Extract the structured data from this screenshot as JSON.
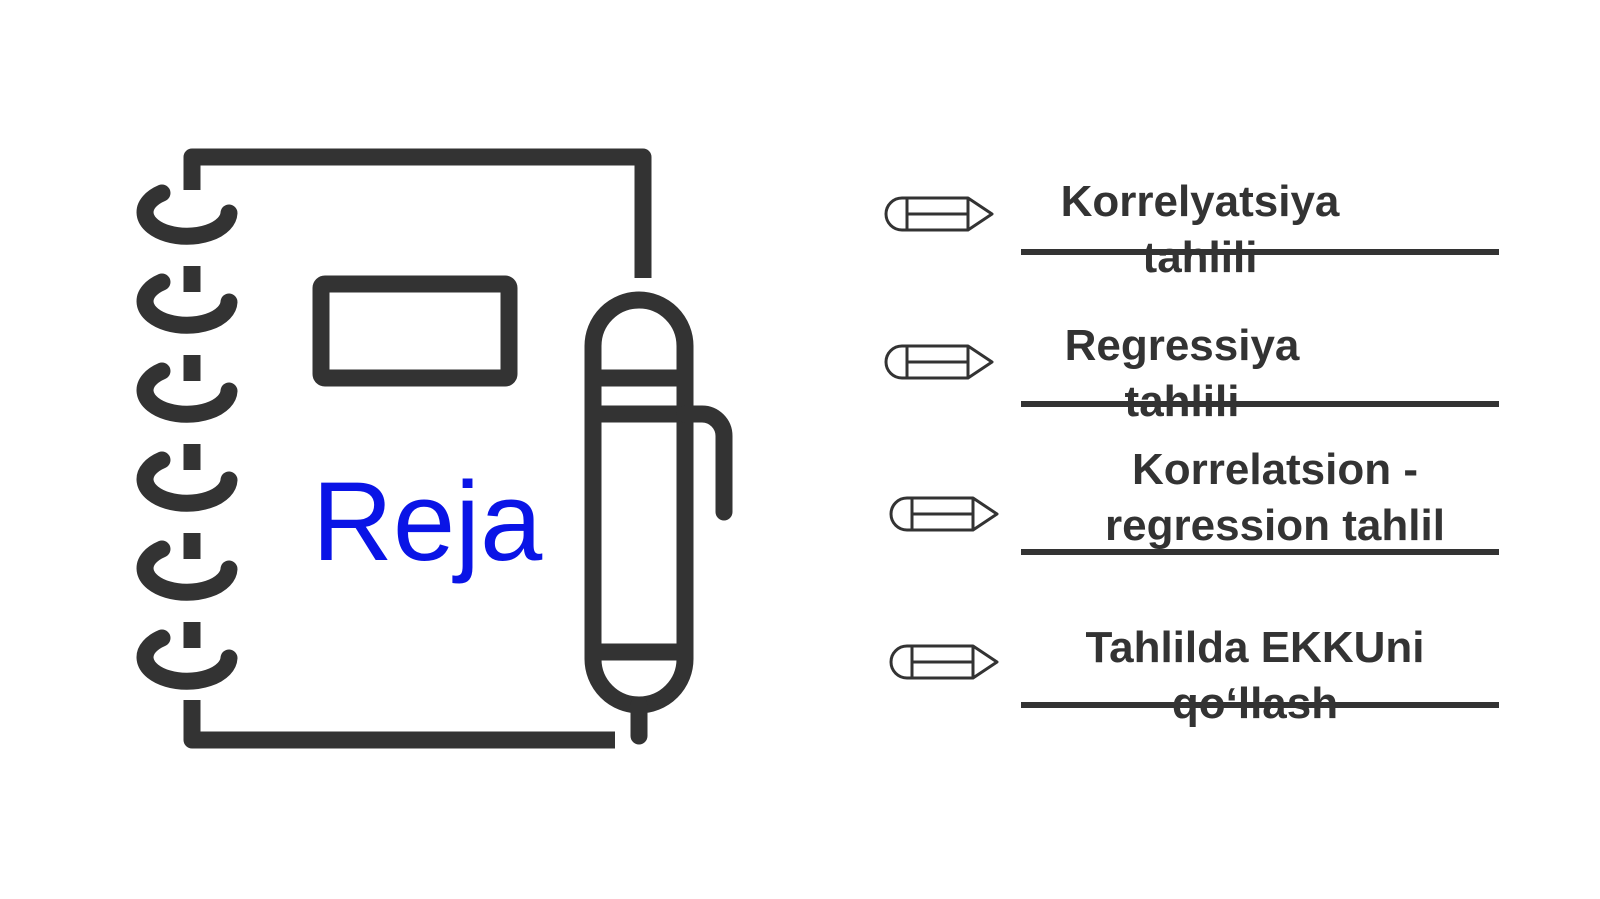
{
  "slide": {
    "title": "Reja",
    "title_color": "#0a14e6",
    "stroke_color": "#333333",
    "background_color": "#ffffff"
  },
  "items": [
    {
      "text": "Korrelyatsiya tahlili"
    },
    {
      "text": "Regressiya tahlili"
    },
    {
      "text": "Korrelatsion - regression tahlil"
    },
    {
      "text": "Tahlilda EKKUni qo‘llash"
    }
  ]
}
